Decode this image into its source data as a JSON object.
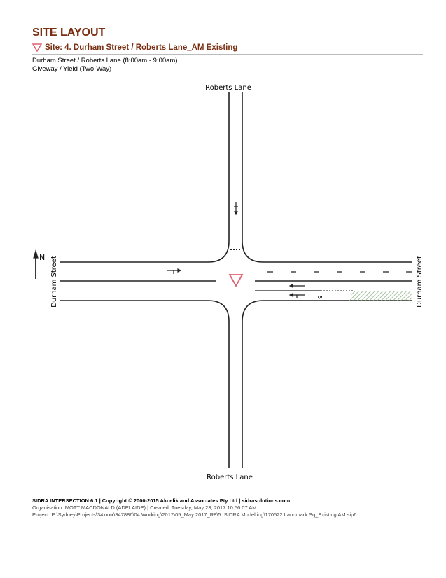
{
  "header": {
    "title": "SITE LAYOUT",
    "site": "Site: 4. Durham Street / Roberts Lane_AM Existing",
    "subtitle1": "Durham Street / Roberts Lane (8:00am - 9:00am)",
    "subtitle2": "Giveway / Yield (Two-Way)"
  },
  "diagram": {
    "north_road": "Roberts Lane",
    "south_road": "Roberts Lane",
    "west_road": "Durham Street",
    "east_road": "Durham Street",
    "north_label": "N",
    "lane_length": "5",
    "control_color": "#e06070"
  },
  "footer": {
    "line1": "SIDRA INTERSECTION 6.1  |  Copyright © 2000-2015 Akcelik and Associates Pty Ltd  |  sidrasolutions.com",
    "line2": "Organisation: MOTT MACDONALD (ADELAIDE)  |  Created: Tuesday, May 23, 2017 10:56:07 AM",
    "line3": "Project:  P:\\Sydney\\Projects\\34xxxx\\347886\\04 Working\\2017\\05_May 2017_R8\\5. SIDRA Modelling\\170522 Landmark Sq_Existing AM.sip6"
  }
}
